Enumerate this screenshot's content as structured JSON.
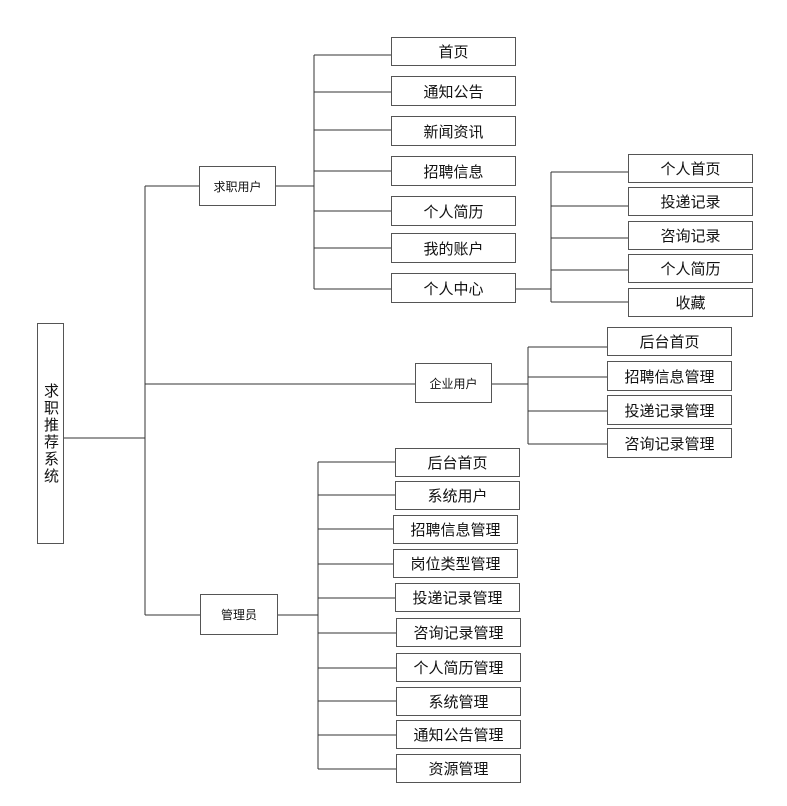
{
  "root": {
    "label": "求职推荐系统"
  },
  "groups": {
    "jobseeker": {
      "label": "求职用户",
      "items": [
        "首页",
        "通知公告",
        "新闻资讯",
        "招聘信息",
        "个人简历",
        "我的账户",
        "个人中心"
      ],
      "center": {
        "items": [
          "个人首页",
          "投递记录",
          "咨询记录",
          "个人简历",
          "收藏"
        ]
      }
    },
    "enterprise": {
      "label": "企业用户",
      "items": [
        "后台首页",
        "招聘信息管理",
        "投递记录管理",
        "咨询记录管理"
      ]
    },
    "admin": {
      "label": "管理员",
      "items": [
        "后台首页",
        "系统用户",
        "招聘信息管理",
        "岗位类型管理",
        "投递记录管理",
        "咨询记录管理",
        "个人简历管理",
        "系统管理",
        "通知公告管理",
        "资源管理"
      ]
    }
  }
}
